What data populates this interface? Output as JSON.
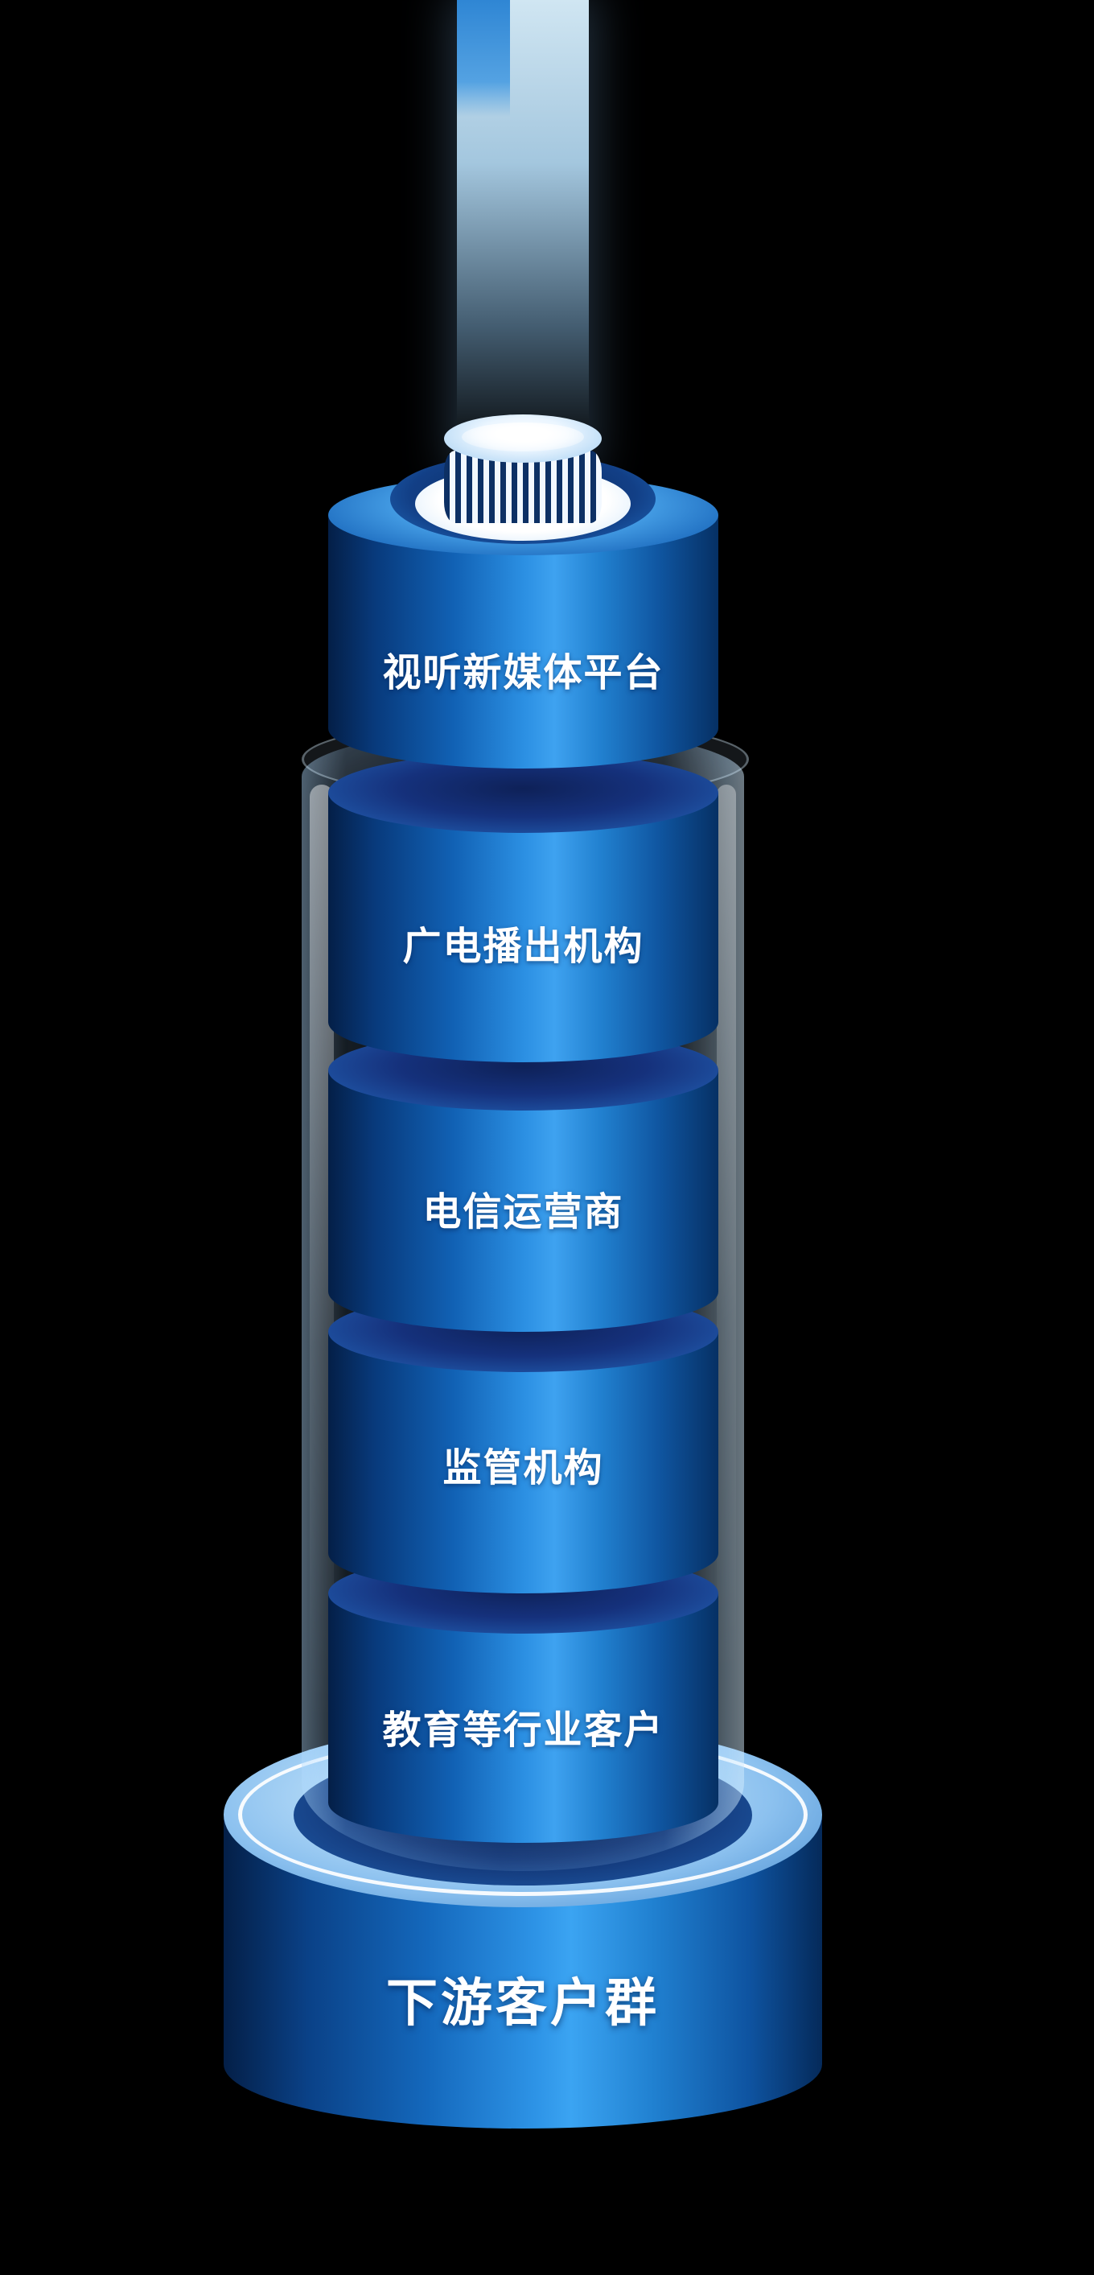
{
  "diagram": {
    "layers": [
      {
        "label": "视听新媒体平台"
      },
      {
        "label": "广电播出机构"
      },
      {
        "label": "电信运营商"
      },
      {
        "label": "监管机构"
      },
      {
        "label": "教育等行业客户"
      }
    ],
    "base_label": "下游客户群",
    "colors": {
      "background": "#000000",
      "cylinder_bright": "#3ea2f0",
      "cylinder_dark": "#041f47",
      "recess_ellipse": "#15317c",
      "base_top": "#b9ddf8",
      "beam_light": "#dbf2ff",
      "label_text": "#ffffff"
    }
  }
}
